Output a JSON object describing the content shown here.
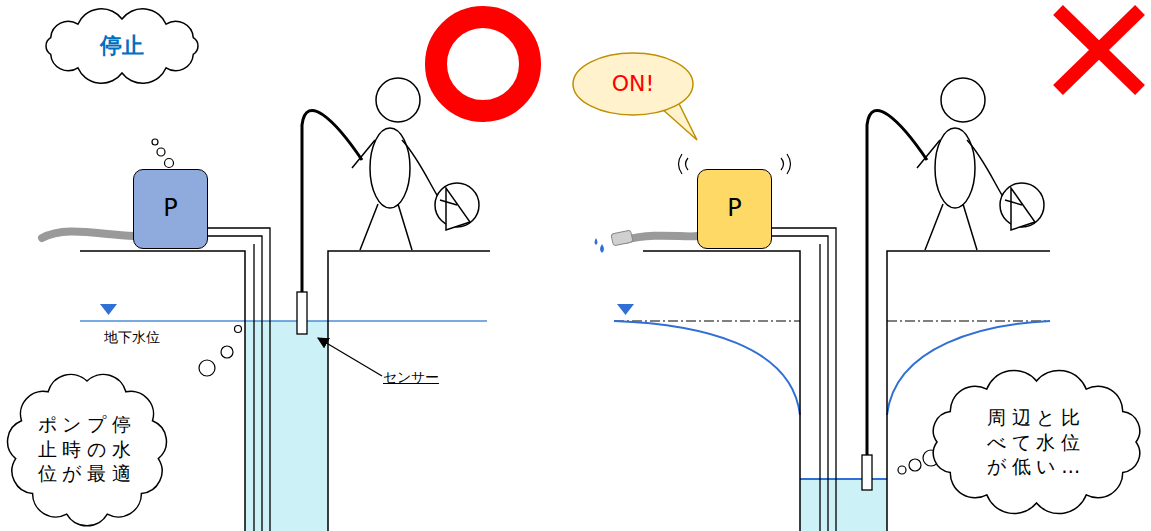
{
  "diagram": {
    "nodes": [
      {
        "text": [
          "停止"
        ]
      },
      {
        "text": [
          "P"
        ]
      },
      {
        "text": [
          "ポンプ停止時の水位が最適"
        ]
      },
      {
        "text": [
          "ON!"
        ]
      },
      {
        "text": [
          "P"
        ]
      },
      {
        "text": [
          "周辺と比べて水位が低い…"
        ]
      }
    ],
    "labels": [
      "地下水位",
      "センサー"
    ]
  }
}
